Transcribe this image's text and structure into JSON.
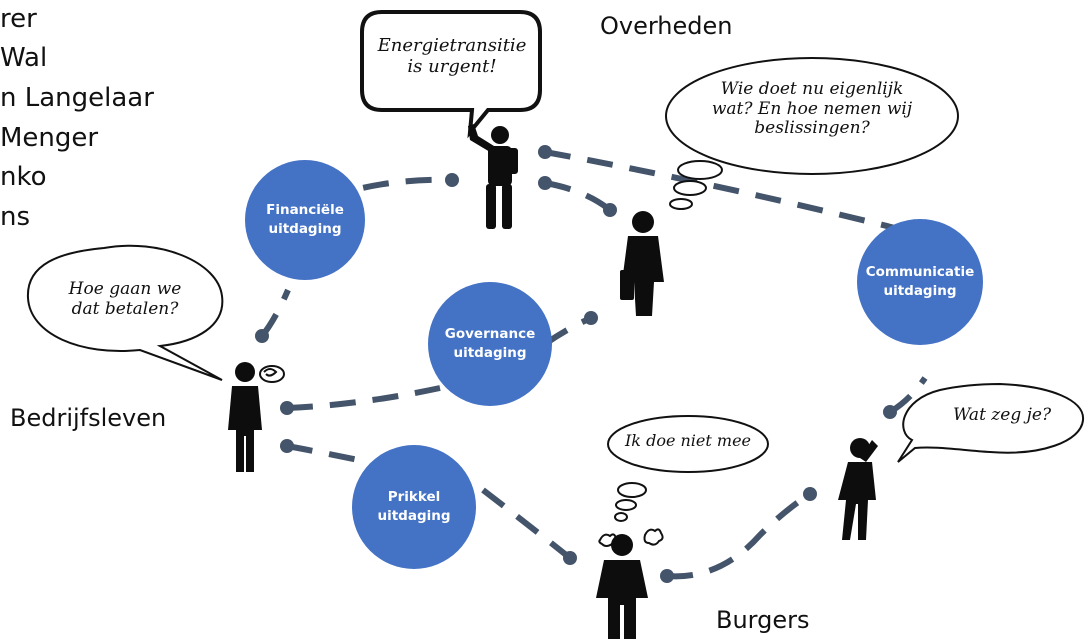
{
  "names": [
    "rer",
    "Wal",
    "n Langelaar",
    "Menger",
    "nko",
    "ns"
  ],
  "actors": {
    "overheden": "Overheden",
    "bedrijfsleven": "Bedrijfsleven",
    "burgers": "Burgers"
  },
  "challenges": {
    "financial": "Financiële\nuitdaging",
    "governance": "Governance\nuitdaging",
    "communication": "Communicatie\nuitdaging",
    "incentive": "Prikkel\nuitdaging"
  },
  "bubbles": {
    "energy": "Energietransitie\nis urgent!",
    "who": "Wie doet nu eigenlijk\nwat? En hoe nemen wij\nbeslissingen?",
    "pay": "Hoe gaan we\ndat betalen?",
    "not_joining": "Ik doe niet mee",
    "what": "Wat zeg je?"
  },
  "colors": {
    "circle": "#4472c4",
    "connector": "#44546a",
    "figure": "#0d0d0d"
  }
}
